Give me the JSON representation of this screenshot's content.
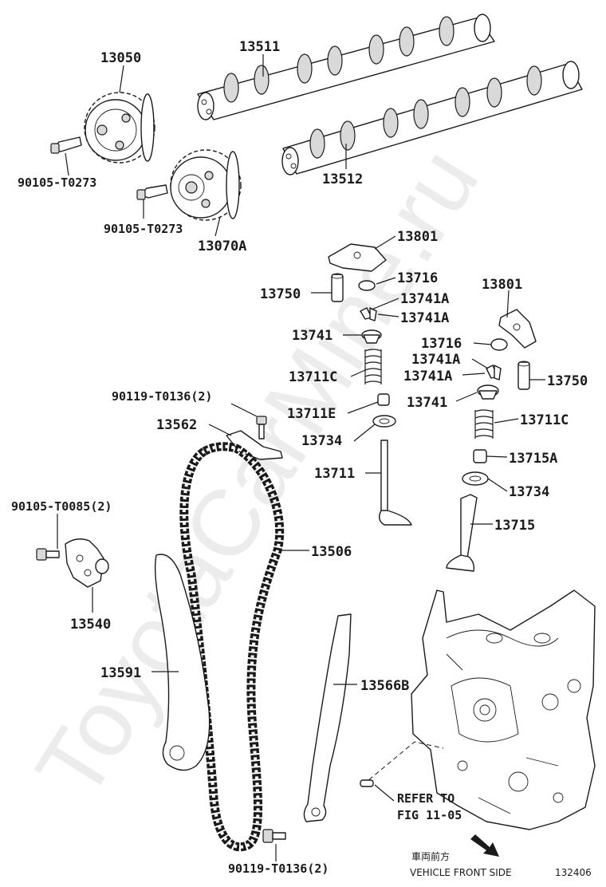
{
  "watermark": "ToyotaCarMine.ru",
  "labels": {
    "p13050": "13050",
    "p13511": "13511",
    "p90105_T0273_a": "90105-T0273",
    "p90105_T0273_b": "90105-T0273",
    "p13512": "13512",
    "p13070A": "13070A",
    "p13801_a": "13801",
    "p13716_a": "13716",
    "p13750_a": "13750",
    "p13741A_a": "13741A",
    "p13741A_b": "13741A",
    "p13741_a": "13741",
    "p13711C_a": "13711C",
    "p13711E": "13711E",
    "p13734_a": "13734",
    "p13711": "13711",
    "p13801_b": "13801",
    "p13716_b": "13716",
    "p13741A_c": "13741A",
    "p13741A_d": "13741A",
    "p13750_b": "13750",
    "p13741_b": "13741",
    "p13711C_b": "13711C",
    "p13715A": "13715A",
    "p13734_b": "13734",
    "p13715": "13715",
    "p90119_T0136_a": "90119-T0136(2)",
    "p13562": "13562",
    "p90105_T0085": "90105-T0085(2)",
    "p13506": "13506",
    "p13540": "13540",
    "p13591": "13591",
    "p13566B": "13566B",
    "refer_1": "REFER TO",
    "refer_2": "FIG 11-05",
    "p90119_T0136_b": "90119-T0136(2)"
  },
  "footer": {
    "jp_text": "車両前方",
    "front_text": "VEHICLE FRONT SIDE",
    "fig_number": "132406"
  }
}
